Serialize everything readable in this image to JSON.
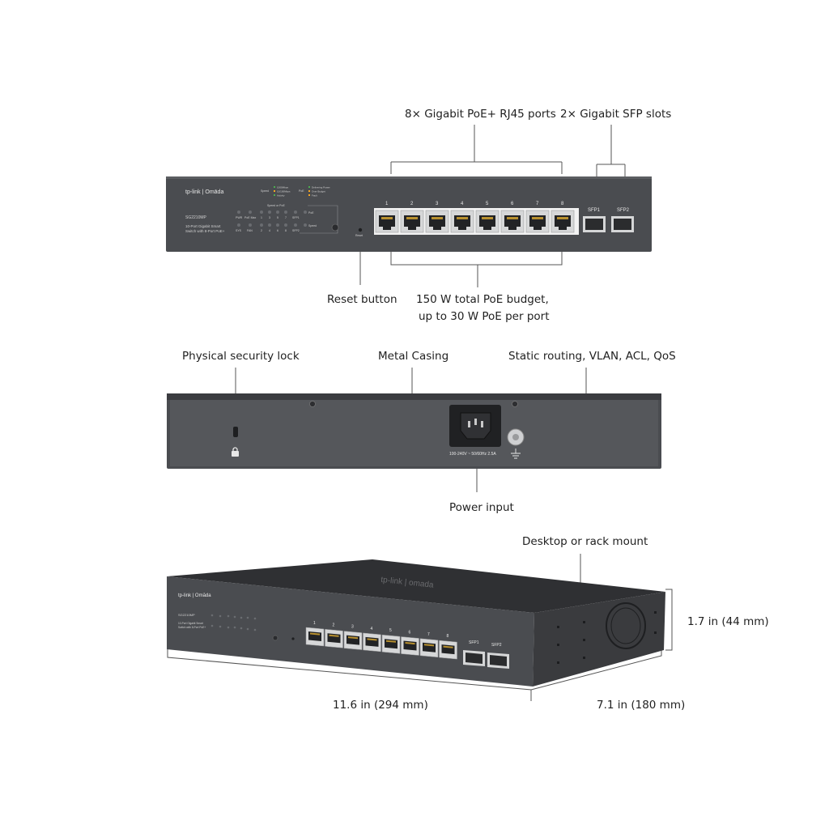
{
  "callouts": {
    "poe_ports": "8× Gigabit PoE+ RJ45 ports",
    "sfp_slots": "2× Gigabit SFP slots",
    "reset_button": "Reset button",
    "poe_budget_line1": "150 W total PoE budget,",
    "poe_budget_line2": "up to 30 W PoE per port",
    "security_lock": "Physical security lock",
    "metal_casing": "Metal Casing",
    "features": "Static routing, VLAN, ACL, QoS",
    "power_input": "Power input",
    "mount": "Desktop or rack mount",
    "height": "1.7 in (44 mm)",
    "width": "11.6 in (294 mm)",
    "depth": "7.1 in (180 mm)"
  },
  "device": {
    "brand": "tp-link | Omāda",
    "model": "SG2210MP",
    "description_line1": "10-Port Gigabit Smart",
    "description_line2": "Switch with 8-Port PoE+",
    "port_numbers": [
      "1",
      "2",
      "3",
      "4",
      "5",
      "6",
      "7",
      "8"
    ],
    "sfp_labels": [
      "SFP1",
      "SFP2"
    ],
    "reset_label": "Reset",
    "led_speed_label": "Speed",
    "led_speed_values": [
      "1000Mbps",
      "10/100Mbps",
      "Activity"
    ],
    "led_poe_label": "PoE",
    "led_poe_values": [
      "Delivering Power",
      "Over Budget",
      "Fault"
    ],
    "led_group_label": "Speed or PoE",
    "led_row1": [
      "PWR",
      "PoE Max",
      "1",
      "3",
      "5",
      "7",
      "SFP1"
    ],
    "led_row2": [
      "SYS",
      "FAN",
      "2",
      "4",
      "6",
      "8",
      "SFP2"
    ],
    "mode_poe": "PoE",
    "mode_speed": "Speed",
    "power_rating": "100-240V ~ 50/60Hz 2.5A",
    "top_logo": "tp-link | omada"
  },
  "colors": {
    "chassis": "#4a4c50",
    "chassis_dark": "#2f3033",
    "port_metal": "#d9dadb",
    "line": "#555555"
  }
}
